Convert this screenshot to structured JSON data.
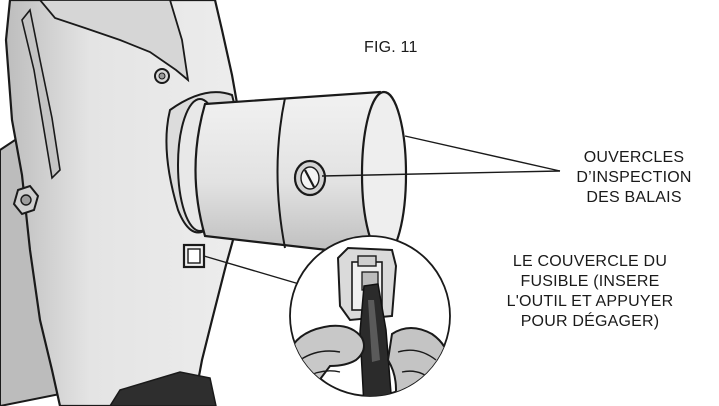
{
  "figure": {
    "title": "FIG. 11"
  },
  "callouts": {
    "brush_covers": {
      "lines": [
        "OUVERCLES",
        "D’INSPECTION",
        "DES BALAIS"
      ]
    },
    "fuse_cover": {
      "lines": [
        "LE COUVERCLE DU",
        "FUSIBLE (INSERE",
        "L'OUTIL ET APPUYER",
        "POUR DÉGAGER)"
      ]
    }
  },
  "colors": {
    "body_fill": "#e6e6e6",
    "shadow_fill": "#c9c9c9",
    "dark_fill": "#9a9a9a",
    "outline": "#1a1a1a",
    "background": "#ffffff"
  }
}
